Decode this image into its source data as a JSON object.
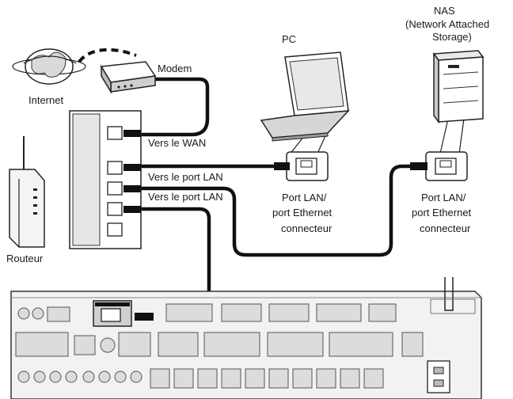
{
  "labels": {
    "internet": "Internet",
    "modem": "Modem",
    "router": "Routeur",
    "pc": "PC",
    "nas_line1": "NAS",
    "nas_line2": "(Network Attached",
    "nas_line3": "Storage)",
    "to_wan": "Vers le WAN",
    "to_lan_1": "Vers le port LAN",
    "to_lan_2": "Vers le port LAN",
    "pc_port_line1": "Port LAN/",
    "pc_port_line2": "port Ethernet",
    "pc_port_line3": "connecteur",
    "nas_port_line1": "Port LAN/",
    "nas_port_line2": "port Ethernet",
    "nas_port_line3": "connecteur"
  },
  "colors": {
    "line": "#111111",
    "panel": "#f2f2f2",
    "background": "#ffffff"
  }
}
